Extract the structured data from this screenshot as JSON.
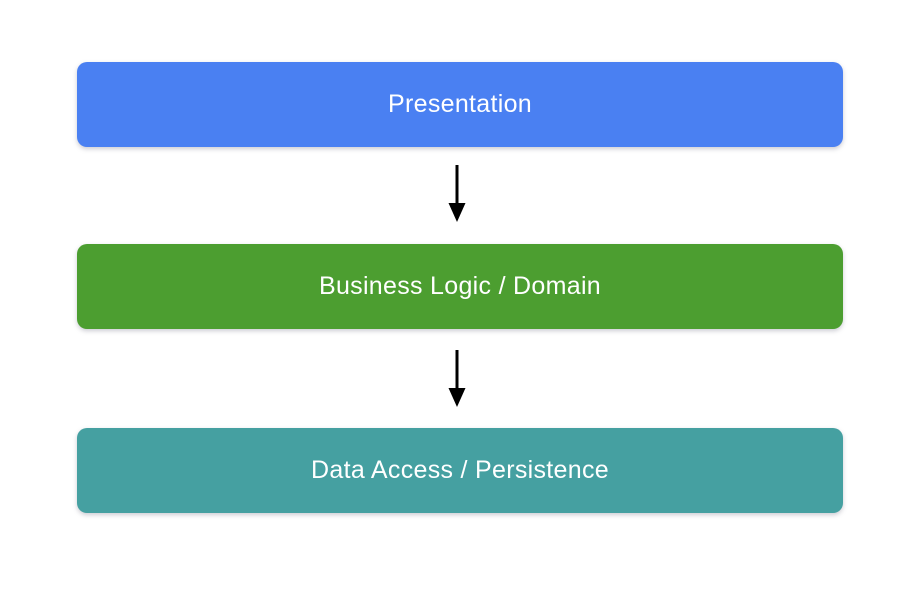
{
  "diagram": {
    "type": "layered-architecture-flow",
    "background_color": "#ffffff",
    "text_color": "#ffffff",
    "arrow_color": "#000000",
    "layers": [
      {
        "label": "Presentation",
        "color": "#4a80f2"
      },
      {
        "label": "Business Logic / Domain",
        "color": "#4c9e30"
      },
      {
        "label": "Data Access / Persistence",
        "color": "#45a0a1"
      }
    ],
    "connections": [
      {
        "from": "Presentation",
        "to": "Business Logic / Domain",
        "style": "arrow-down"
      },
      {
        "from": "Business Logic / Domain",
        "to": "Data Access / Persistence",
        "style": "arrow-down"
      }
    ]
  }
}
